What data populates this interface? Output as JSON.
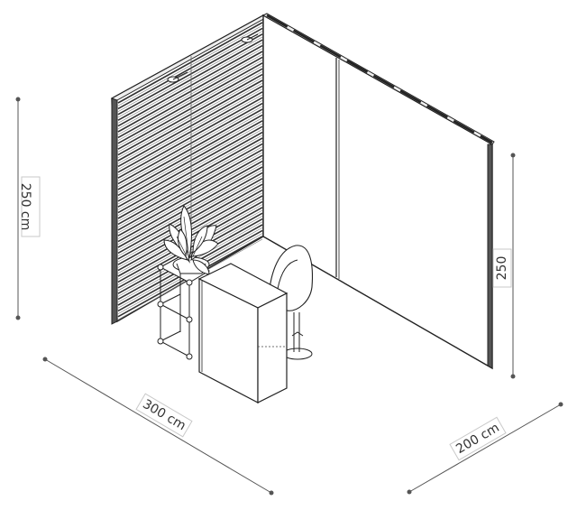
{
  "dimensions": {
    "height_left": "250 cm",
    "height_right": "250",
    "width_front": "300 cm",
    "depth_right": "200 cm"
  }
}
